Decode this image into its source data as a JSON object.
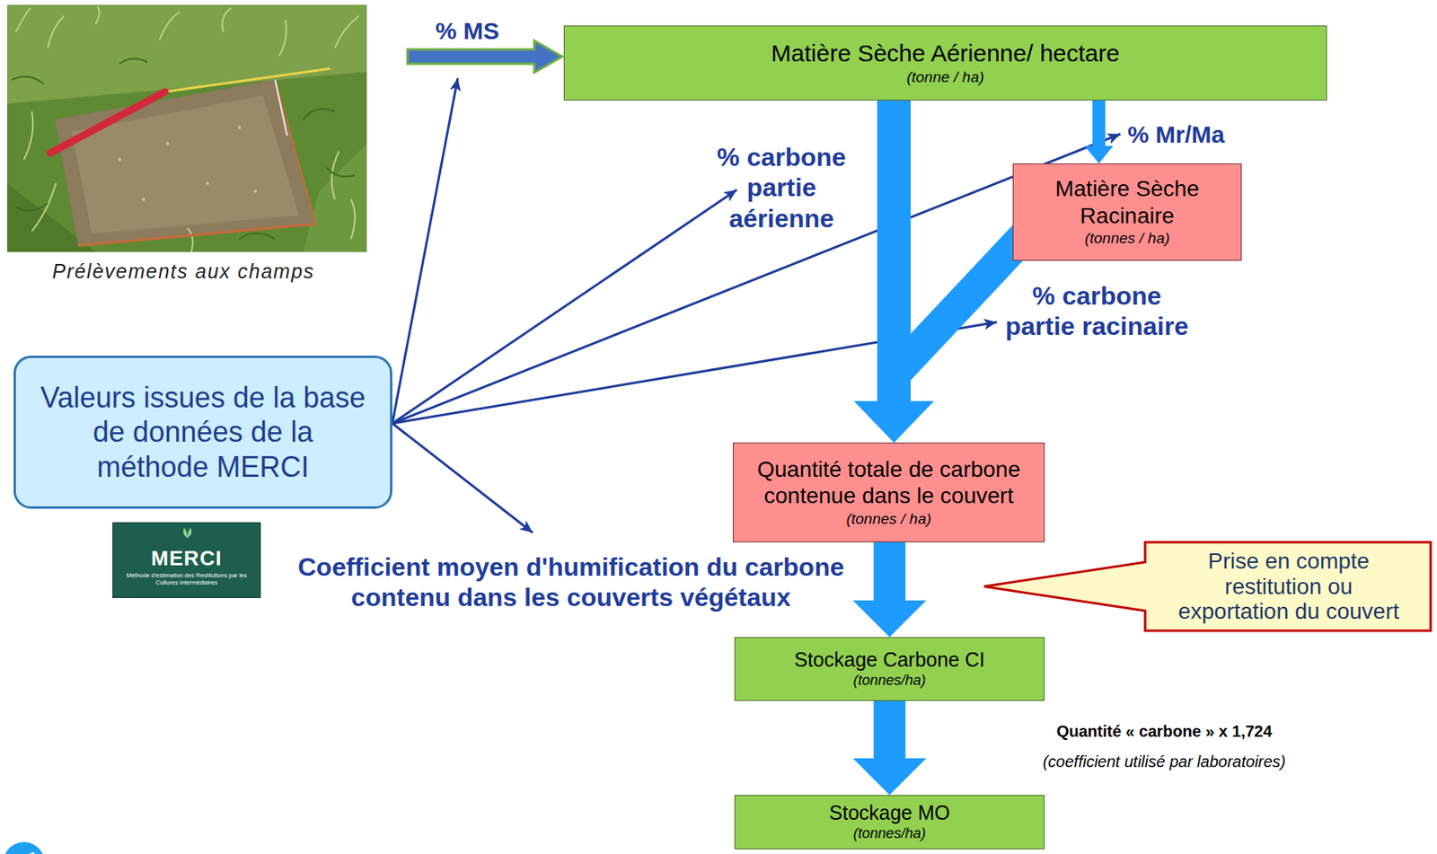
{
  "diagram": {
    "nodes": [
      {
        "text": [
          "Matière Sèche Aérienne/ hectare",
          "(tonne / ha)"
        ]
      },
      {
        "text": [
          "Matière Sèche Racinaire",
          "(tonnes / ha)"
        ]
      },
      {
        "text": [
          "Valeurs issues de la base de données de la méthode MERCI"
        ]
      },
      {
        "text": [
          "MERCI",
          "Méthode d'estimation des Restitutions par les Cultures Intermédiaires"
        ]
      },
      {
        "text": [
          "Quantité totale de carbone contenue dans le couvert",
          "(tonnes / ha)"
        ]
      },
      {
        "text": [
          "Prise en compte restitution ou exportation du couvert"
        ]
      },
      {
        "text": [
          "Stockage Carbone CI",
          "(tonnes/ha)"
        ]
      },
      {
        "text": [
          "Stockage MO",
          "(tonnes/ha)"
        ]
      }
    ],
    "edges": [
      {
        "from": 0,
        "to": 4,
        "arrow": "to"
      },
      {
        "from": 0,
        "to": 1,
        "arrow": "to"
      },
      {
        "from": 1,
        "to": 4,
        "arrow": "to"
      },
      {
        "from": 4,
        "to": 6,
        "arrow": "to"
      },
      {
        "from": 6,
        "to": 7,
        "arrow": "to"
      }
    ],
    "labels": [
      "Prélèvements aux champs",
      "% MS",
      "% carbone partie aérienne",
      "% Mr/Ma",
      "% carbone partie racinaire",
      "Coefficient moyen d'humification du carbone contenu dans les couverts végétaux",
      "Quantité « carbone » x 1,724",
      "(coefficient utilisé par laboratoires)"
    ]
  }
}
